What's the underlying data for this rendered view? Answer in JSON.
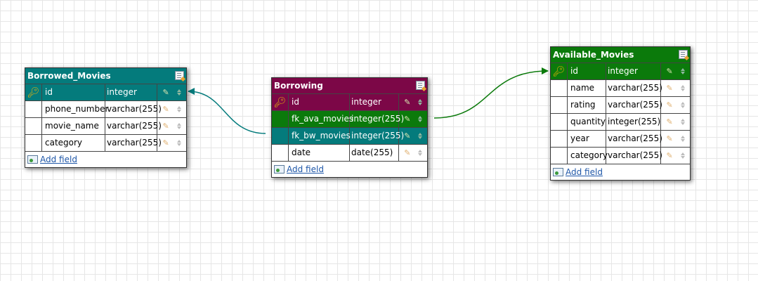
{
  "colors": {
    "teal": "#047b7c",
    "maroon": "#7c0747",
    "green": "#0b7a0b",
    "grid": "#e6e6e6"
  },
  "tables": {
    "borrowed_movies": {
      "title": "Borrowed_Movies",
      "add_field": "Add field",
      "fields": [
        {
          "name": "id",
          "type": "integer"
        },
        {
          "name": "phone_number",
          "type": "varchar(255)"
        },
        {
          "name": "movie_name",
          "type": "varchar(255)"
        },
        {
          "name": "category",
          "type": "varchar(255)"
        }
      ]
    },
    "borrowing": {
      "title": "Borrowing",
      "add_field": "Add field",
      "fields": [
        {
          "name": "id",
          "type": "integer"
        },
        {
          "name": "fk_ava_movies",
          "type": "integer(255)"
        },
        {
          "name": "fk_bw_movies",
          "type": "integer(255)"
        },
        {
          "name": "date",
          "type": "date(255)"
        }
      ]
    },
    "available_movies": {
      "title": "Available_Movies",
      "add_field": "Add field",
      "fields": [
        {
          "name": "id",
          "type": "integer"
        },
        {
          "name": "name",
          "type": "varchar(255)"
        },
        {
          "name": "rating",
          "type": "varchar(255)"
        },
        {
          "name": "quantity",
          "type": "integer(255)"
        },
        {
          "name": "year",
          "type": "varchar(255)"
        },
        {
          "name": "category",
          "type": "varchar(255)"
        }
      ]
    }
  },
  "icons": {
    "primary_key": "key-icon",
    "edit_field": "pencil-icon",
    "reorder": "up-down-arrows-icon",
    "edit_table": "edit-table-icon",
    "add_field": "add-field-icon"
  }
}
